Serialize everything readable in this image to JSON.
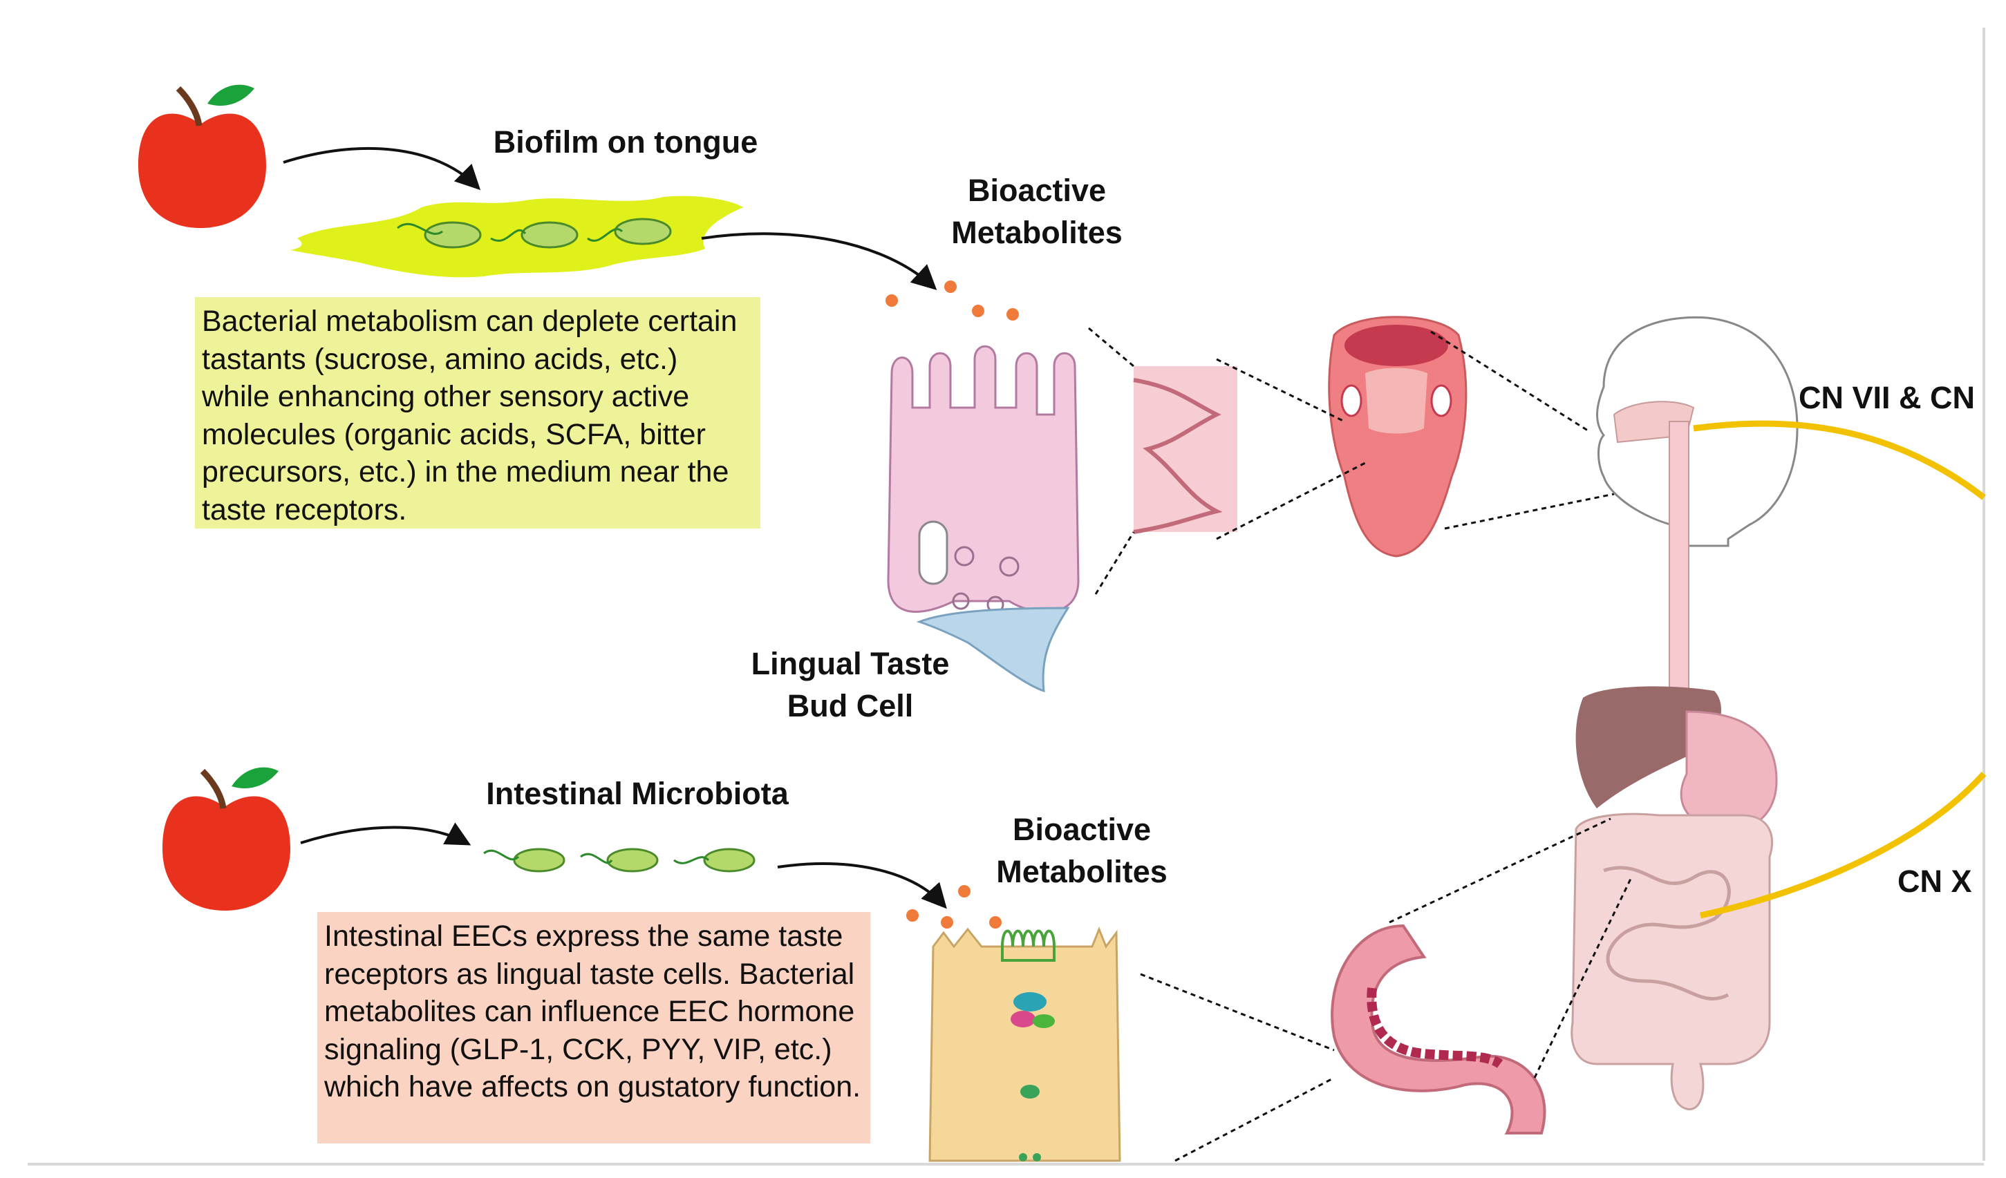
{
  "labels": {
    "biofilm_title": "Biofilm on tongue",
    "bioactive_top": "Bioactive Metabolites",
    "lingual_cell": "Lingual Taste Bud Cell",
    "intestinal_title": "Intestinal Microbiota",
    "bioactive_bottom": "Bioactive Metabolites",
    "cn_vii": "CN VII & CN",
    "cn_x": "CN X"
  },
  "notes": {
    "top": "Bacterial metabolism can deplete certain tastants (sucrose, amino acids, etc.) while enhancing other sensory active molecules (organic acids, SCFA, bitter precursors, etc.) in the medium near the taste receptors.",
    "bottom": "Intestinal EECs express the same taste receptors as lingual taste cells. Bacterial metabolites can influence EEC hormone signaling (GLP-1, CCK, PYY, VIP, etc.) which have affects on gustatory function."
  },
  "colors": {
    "apple": "#e8321e",
    "leaf": "#1aa33a",
    "biofilm": "#dff01a",
    "bacteria": "#b5d86a",
    "metabolite": "#f07a3a",
    "nerve": "#f2c200",
    "cell_pink": "#f3c9de",
    "cell_tan": "#f5d79a",
    "tongue": "#ef7f82",
    "intestine": "#ee9aa8"
  },
  "icons": [
    "apple-icon",
    "bacteria-icon",
    "tongue-icon",
    "head-silhouette-icon",
    "liver-icon",
    "stomach-icon",
    "intestine-icon",
    "colon-segment-icon",
    "taste-cell-icon",
    "enteroendocrine-cell-icon"
  ]
}
